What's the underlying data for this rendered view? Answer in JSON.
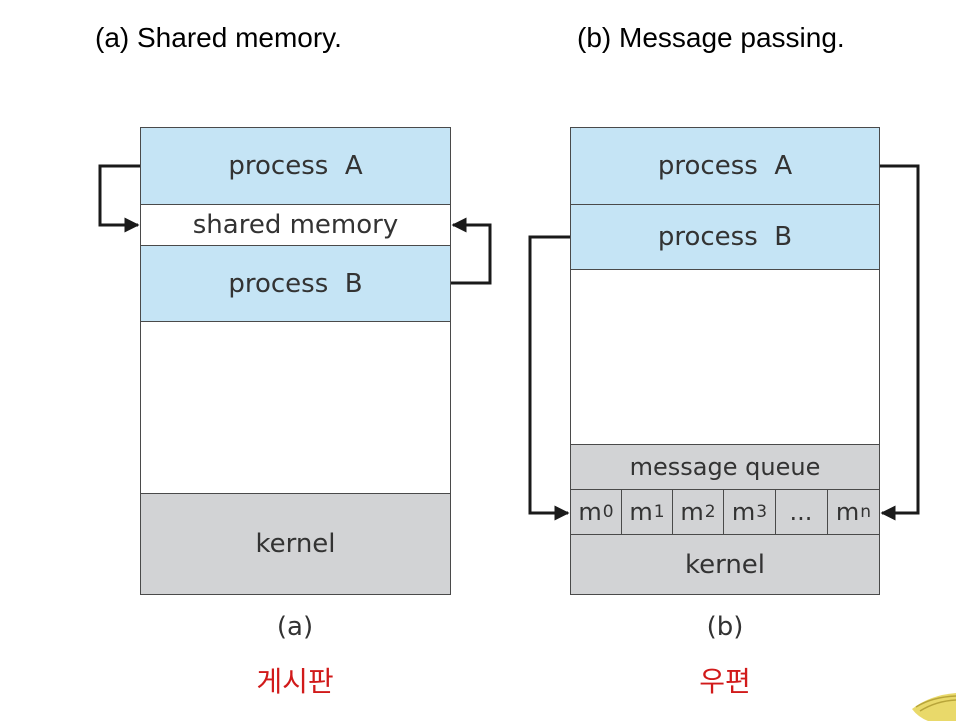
{
  "headings": {
    "a": "(a) Shared memory.",
    "b": "(b) Message passing."
  },
  "diagram_a": {
    "process_a": "process  A",
    "shared_memory": "shared memory",
    "process_b": "process  B",
    "kernel": "kernel",
    "caption": "(a)",
    "korean_caption": "게시판"
  },
  "diagram_b": {
    "process_a": "process  A",
    "process_b": "process  B",
    "message_queue": "message queue",
    "queue_cells": [
      {
        "base": "m",
        "sub": "0"
      },
      {
        "base": "m",
        "sub": "1"
      },
      {
        "base": "m",
        "sub": "2"
      },
      {
        "base": "m",
        "sub": "3"
      },
      {
        "base": "...",
        "sub": ""
      },
      {
        "base": "m",
        "sub": "n"
      }
    ],
    "kernel": "kernel",
    "caption": "(b)",
    "korean_caption": "우편"
  },
  "colors": {
    "process_fill": "#c5e4f5",
    "kernel_fill": "#d2d3d5",
    "korean_caption": "#d11a1a",
    "arrow": "#1a1a1a"
  }
}
